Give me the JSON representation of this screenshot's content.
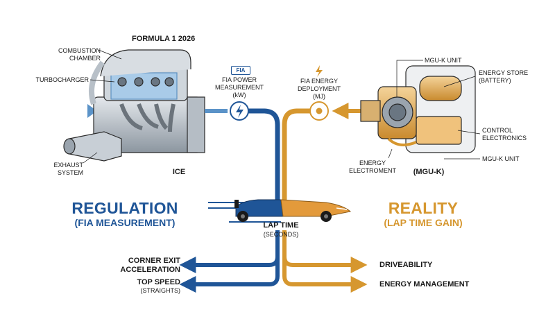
{
  "title": "FORMULA 1 2026",
  "ice": {
    "caption": "ICE",
    "combustion_chamber": "COMBUSTION\nCHAMBER",
    "turbocharger": "TURBOCHARGER",
    "exhaust_system": "EXHAUST\nSYSTEM"
  },
  "fia_power": {
    "badge": "FIA",
    "label": "FIA POWER\nMEASUREMENT",
    "unit": "(kW)"
  },
  "fia_energy": {
    "label": "FIA ENERGY\nDEPLOYMENT",
    "unit": "(MJ)"
  },
  "mguk": {
    "caption": "(MGU-K)",
    "unit_top": "MGU-K UNIT",
    "energy_store": "ENERGY STORE\n(BATTERY)",
    "control_electronics": "CONTROL\nELECTRONICS",
    "unit_bottom": "MGU-K UNIT",
    "energy_electroment": "ENERGY\nELECTROMENT"
  },
  "regulation": {
    "title": "REGULATION",
    "subtitle": "(FIA MEASUREMENT)"
  },
  "reality": {
    "title": "REALITY",
    "subtitle": "(LAP TIME GAIN)"
  },
  "lap_time": {
    "title": "LAP TIME",
    "subtitle": "(SECONDS)"
  },
  "outputs_left": [
    {
      "label": "CORNER EXIT\nACCELERATION",
      "sub": ""
    },
    {
      "label": "TOP SPEED",
      "sub": "(STRAIGHTS)"
    }
  ],
  "outputs_right": [
    {
      "label": "DRIVEABILITY"
    },
    {
      "label": "ENERGY MANAGEMENT"
    }
  ],
  "colors": {
    "blue": "#1f5597",
    "gold": "#d6972f",
    "steel": "#9aa4ae",
    "dark": "#1a1a1a"
  }
}
